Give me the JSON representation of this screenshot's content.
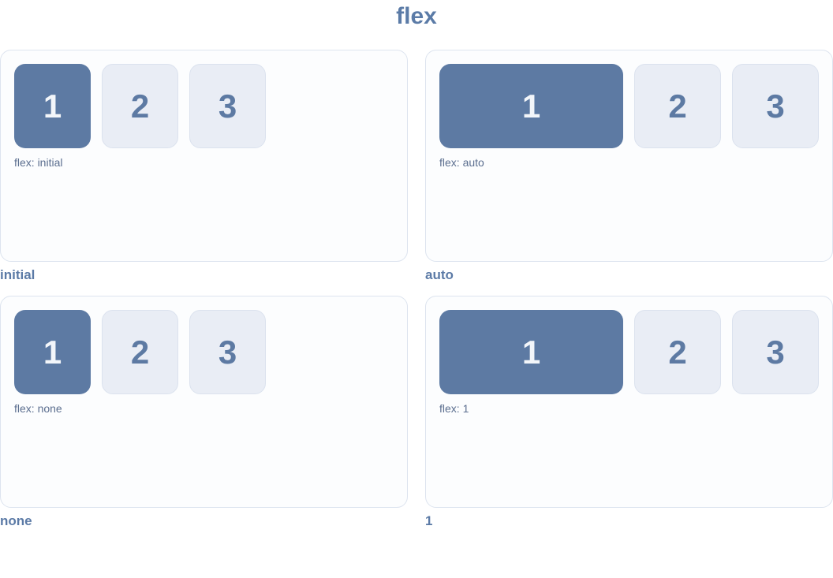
{
  "page": {
    "title": "flex"
  },
  "colors": {
    "accent": "#5b7ba7",
    "box_active_bg": "#5d7aa3",
    "box_active_text": "#f3f6fa",
    "box_plain_bg": "#e9edf5",
    "box_plain_border": "#dbe2ee",
    "panel_bg": "#fcfdfe",
    "panel_border": "#dde4ef",
    "caption_text": "#5b6e8f"
  },
  "panels": [
    {
      "label": "initial",
      "caption": "flex: initial",
      "boxes": [
        "1",
        "2",
        "3"
      ],
      "first_box_grows": false
    },
    {
      "label": "auto",
      "caption": "flex: auto",
      "boxes": [
        "1",
        "2",
        "3"
      ],
      "first_box_grows": true
    },
    {
      "label": "none",
      "caption": "flex: none",
      "boxes": [
        "1",
        "2",
        "3"
      ],
      "first_box_grows": false
    },
    {
      "label": "1",
      "caption": "flex: 1",
      "boxes": [
        "1",
        "2",
        "3"
      ],
      "first_box_grows": true
    }
  ]
}
